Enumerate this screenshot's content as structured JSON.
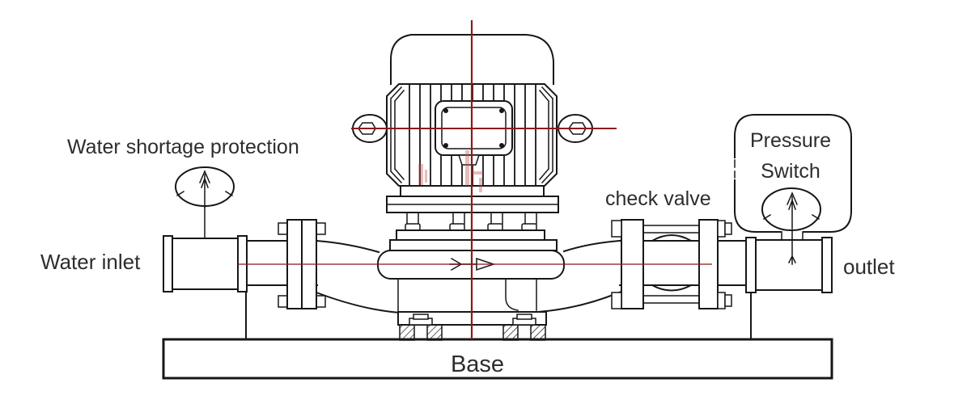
{
  "diagram": {
    "kind": "technical-line-drawing",
    "subject": "Vertical inline pump installation with water shortage protection gauge, check valve and pressure switch on a base",
    "flow_direction": "left-to-right",
    "labels": {
      "water_shortage_protection": "Water shortage protection",
      "water_inlet": "Water inlet",
      "check_valve": "check valve",
      "pressure_switch_line1": "Pressure",
      "pressure_switch_line2": "Switch",
      "outlet": "outlet",
      "base": "Base"
    },
    "colors": {
      "outline": "#171717",
      "centerline": "#8a1b1b",
      "text": "#2d2d2d",
      "watermark": "#c0504d",
      "background": "#ffffff"
    }
  }
}
